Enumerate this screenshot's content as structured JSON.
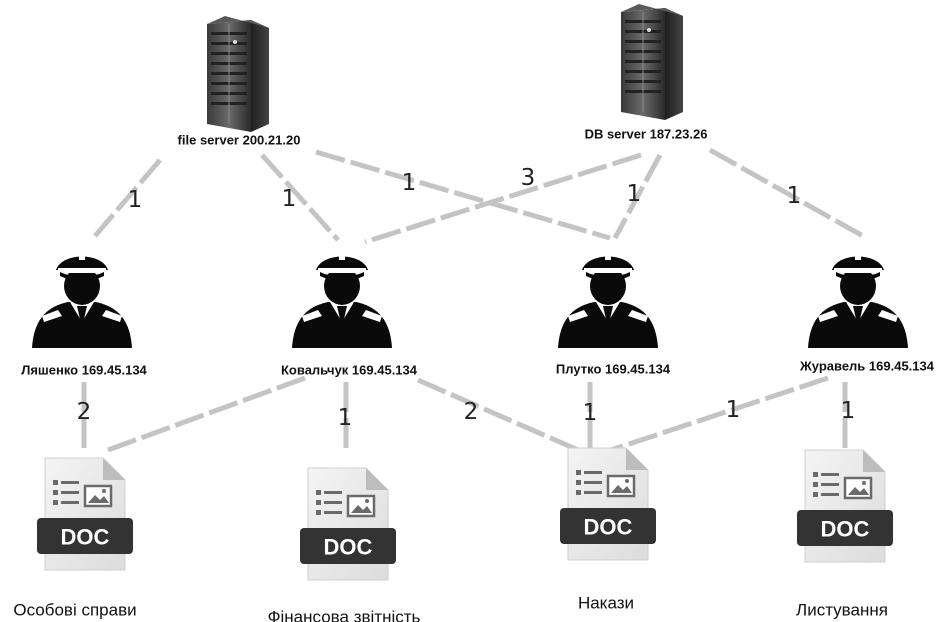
{
  "servers": [
    {
      "id": "file",
      "label": "file server 200.21.20",
      "icon": "server-icon"
    },
    {
      "id": "db",
      "label": "DB server 187.23.26",
      "icon": "server-icon"
    }
  ],
  "users": [
    {
      "id": "u1",
      "label": "Ляшенко 169.45.134",
      "icon": "officer-icon"
    },
    {
      "id": "u2",
      "label": "Ковальчук 169.45.134",
      "icon": "officer-icon"
    },
    {
      "id": "u3",
      "label": "Плутко 169.45.134",
      "icon": "officer-icon"
    },
    {
      "id": "u4",
      "label": "Журавель 169.45.134",
      "icon": "officer-icon"
    }
  ],
  "documents": [
    {
      "id": "d1",
      "label": "Особові справи",
      "badge": "DOC",
      "icon": "doc-file-icon"
    },
    {
      "id": "d2",
      "label": "Фінансова звітність",
      "badge": "DOC",
      "icon": "doc-file-icon"
    },
    {
      "id": "d3",
      "label": "Накази",
      "badge": "DOC",
      "icon": "doc-file-icon"
    },
    {
      "id": "d4",
      "label": "Листування",
      "badge": "DOC",
      "icon": "doc-file-icon"
    }
  ],
  "edges": [
    {
      "from": "file",
      "to": "u1",
      "weight": "1"
    },
    {
      "from": "file",
      "to": "u2",
      "weight": "1"
    },
    {
      "from": "file",
      "to": "u3",
      "weight": "1"
    },
    {
      "from": "db",
      "to": "u2",
      "weight": "3"
    },
    {
      "from": "db",
      "to": "u3",
      "weight": "1"
    },
    {
      "from": "db",
      "to": "u4",
      "weight": "1"
    },
    {
      "from": "u1",
      "to": "d1",
      "weight": "2"
    },
    {
      "from": "u2",
      "to": "d1",
      "weight": ""
    },
    {
      "from": "u2",
      "to": "d2",
      "weight": "1"
    },
    {
      "from": "u2",
      "to": "d3",
      "weight": "2"
    },
    {
      "from": "u3",
      "to": "d3",
      "weight": "1"
    },
    {
      "from": "u4",
      "to": "d3",
      "weight": "1"
    },
    {
      "from": "u4",
      "to": "d4",
      "weight": "1"
    }
  ]
}
